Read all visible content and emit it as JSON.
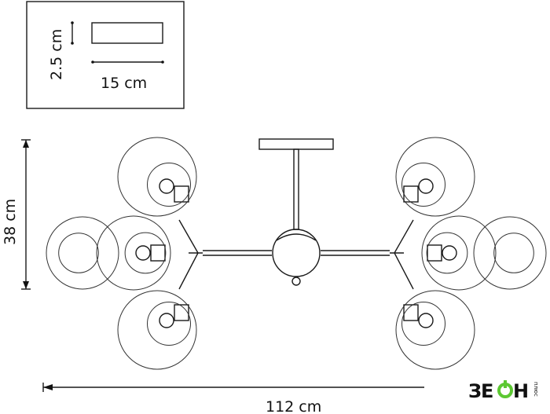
{
  "inset": {
    "height_label": "2.5 cm",
    "width_label": "15 cm"
  },
  "dimensions": {
    "height_label": "38 cm",
    "width_label": "112 cm"
  },
  "logo": {
    "text": "ЗЕОН",
    "subtext": "плюс",
    "accent_color": "#5cc832"
  }
}
